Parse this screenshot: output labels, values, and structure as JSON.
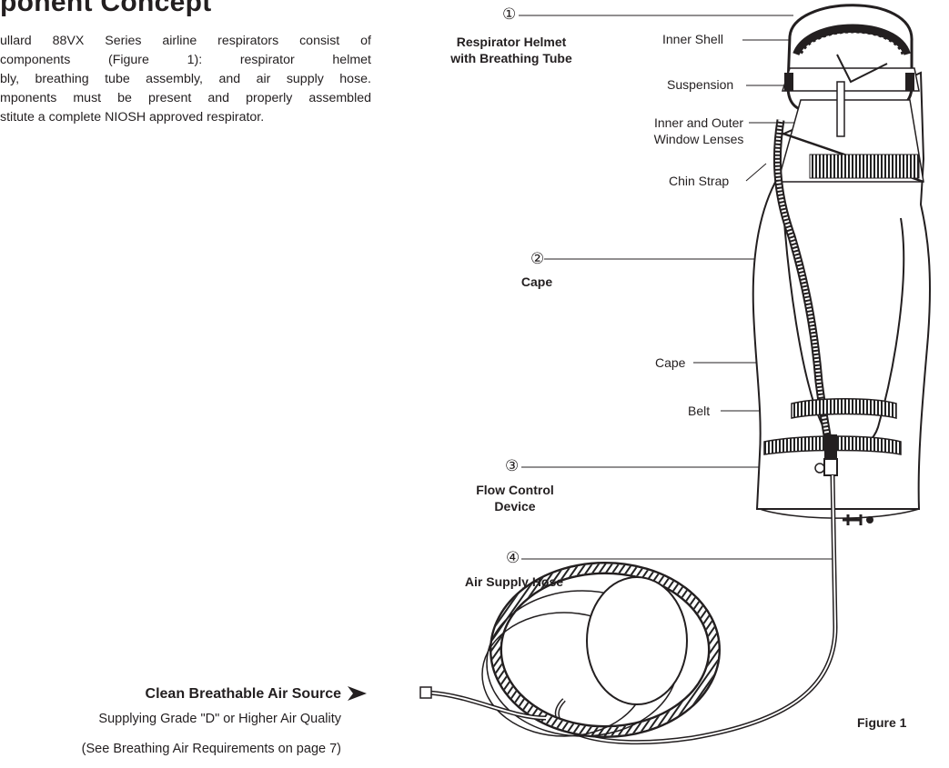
{
  "page": {
    "heading": "ponent Concept",
    "intro_lines": [
      "ullard 88VX Series airline respirators consist of",
      "components (Figure 1): respirator helmet",
      "bly, breathing tube assembly, and air supply hose.",
      "mponents must be present and properly assembled",
      "stitute a complete NIOSH approved respirator."
    ]
  },
  "figure": {
    "caption": "Figure 1",
    "callouts": [
      {
        "number": "①",
        "label": "Respirator Helmet",
        "label2": "with Breathing Tube"
      },
      {
        "number": "②",
        "label": "Cape"
      },
      {
        "number": "③",
        "label": "Flow Control",
        "label2": "Device"
      },
      {
        "number": "④",
        "label": "Air Supply Hose"
      }
    ],
    "part_labels": {
      "inner_shell": "Inner Shell",
      "suspension": "Suspension",
      "lenses_line1": "Inner and Outer",
      "lenses_line2": "Window Lenses",
      "chin_strap": "Chin Strap",
      "cape": "Cape",
      "belt": "Belt"
    },
    "air_source": {
      "title": "Clean Breathable Air Source",
      "line1": "Supplying Grade \"D\" or Higher Air Quality",
      "line2": "(See Breathing Air Requirements on  page 7)"
    }
  }
}
